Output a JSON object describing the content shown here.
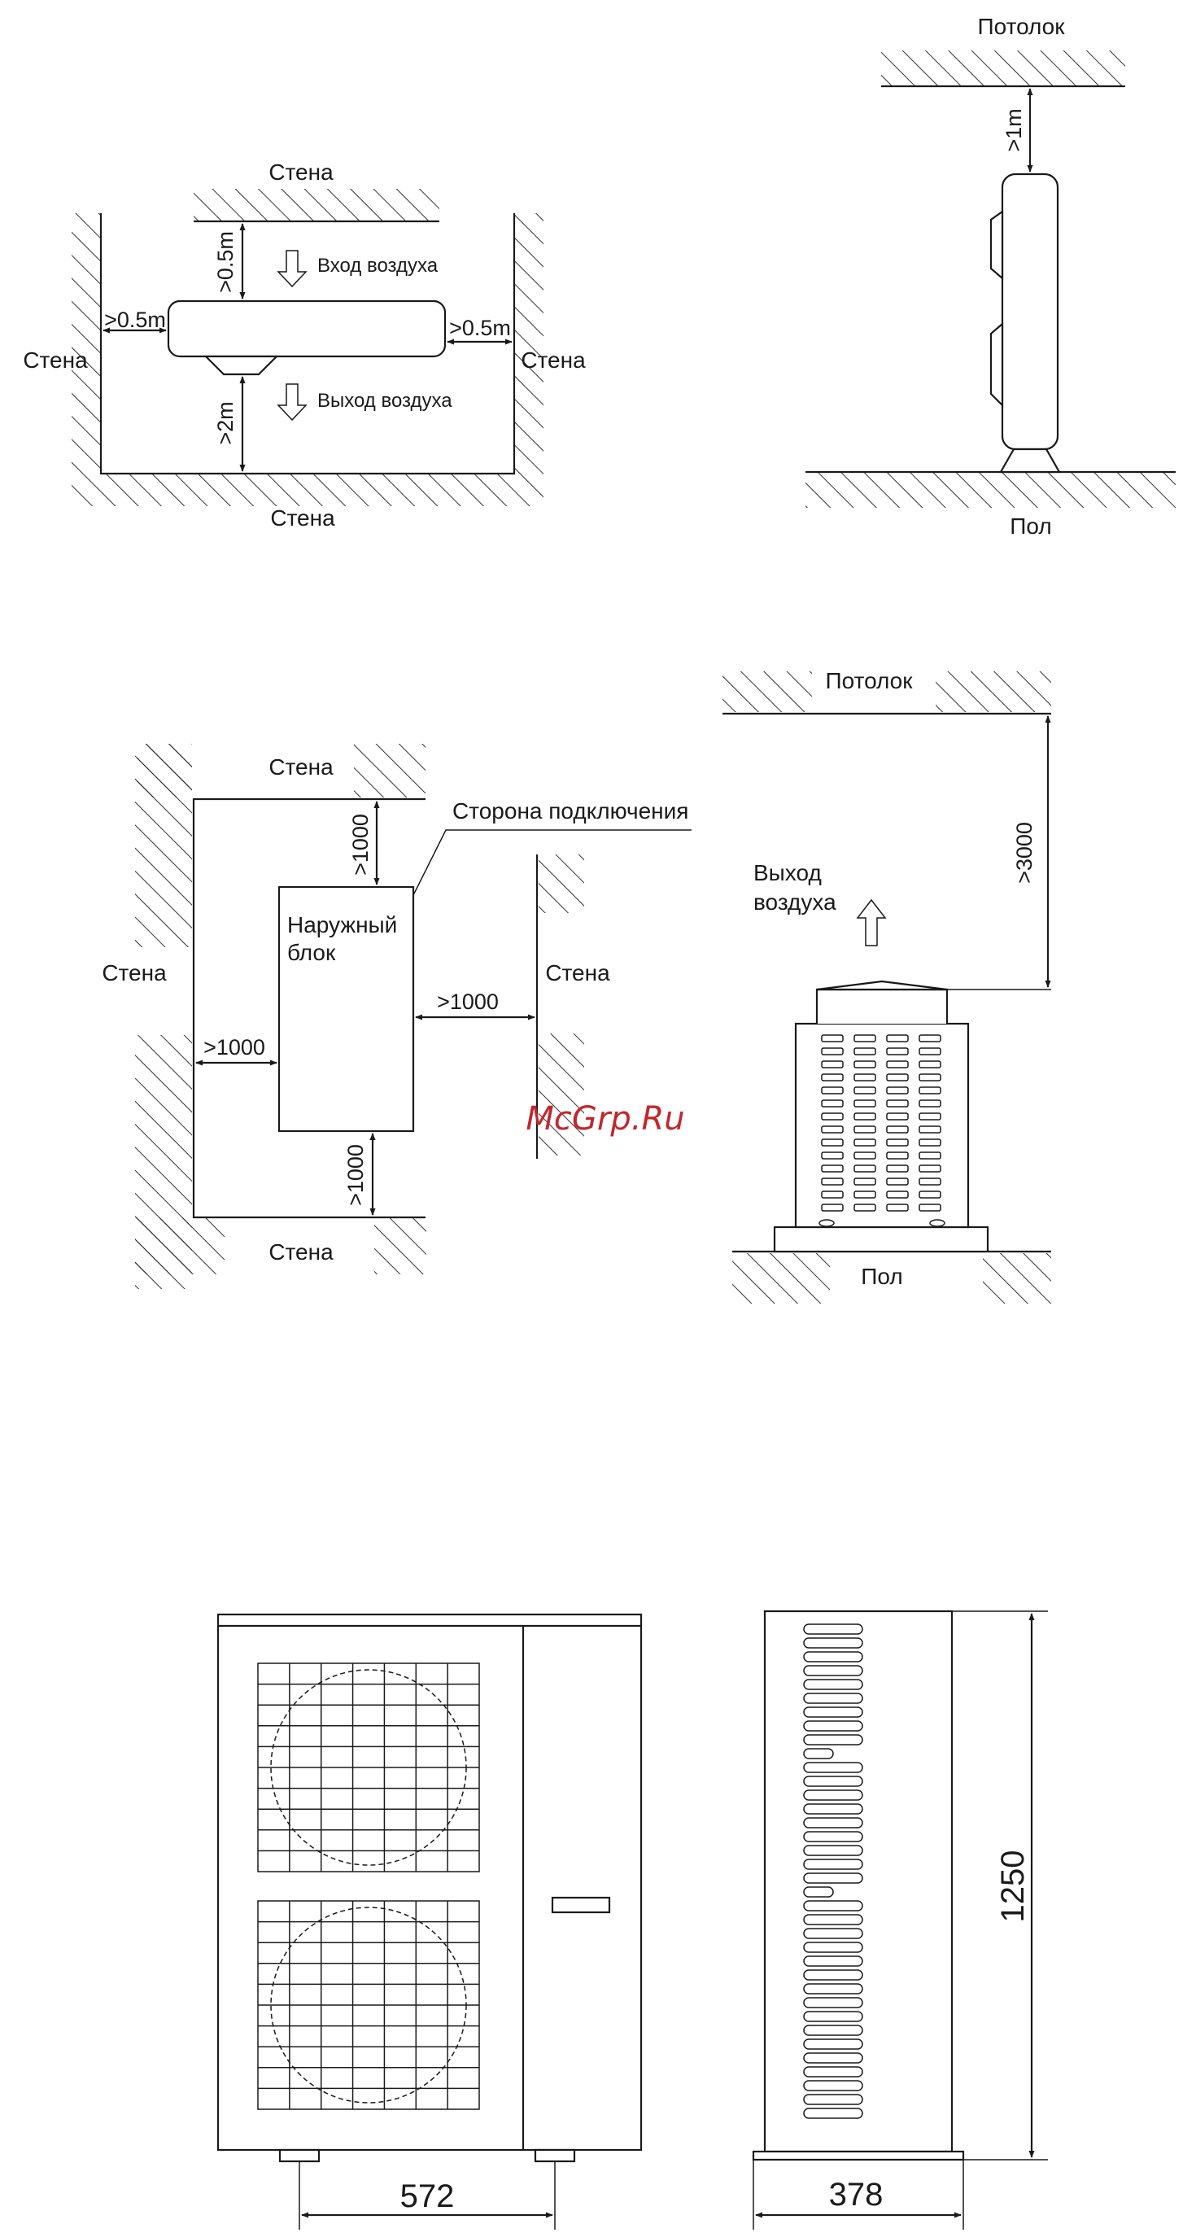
{
  "diagram_indoor_top": {
    "wall_top": "Стена",
    "wall_left": "Стена",
    "wall_right": "Стена",
    "wall_bottom": "Стена",
    "air_in": "Вход воздуха",
    "air_out": "Выход воздуха",
    "dim_top": ">0.5m",
    "dim_left": ">0.5m",
    "dim_right": ">0.5m",
    "dim_bottom": ">2m"
  },
  "diagram_indoor_side": {
    "ceiling": "Потолок",
    "floor": "Пол",
    "dim_top": ">1m"
  },
  "diagram_outdoor_top": {
    "wall_top": "Стена",
    "wall_left": "Стена",
    "wall_right": "Стена",
    "wall_bottom": "Стена",
    "connection_side": "Сторона подключения",
    "unit_line1": "Наружный",
    "unit_line2": "блок",
    "dim_top": ">1000",
    "dim_left": ">1000",
    "dim_right": ">1000",
    "dim_bottom": ">1000"
  },
  "diagram_outdoor_side": {
    "ceiling": "Потолок",
    "floor": "Пол",
    "air_out_line1": "Выход",
    "air_out_line2": "воздуха",
    "dim_top": ">3000"
  },
  "watermark": "McGrp.Ru",
  "drawing_dimensions": {
    "front_width": "572",
    "side_depth": "378",
    "height": "1250"
  }
}
